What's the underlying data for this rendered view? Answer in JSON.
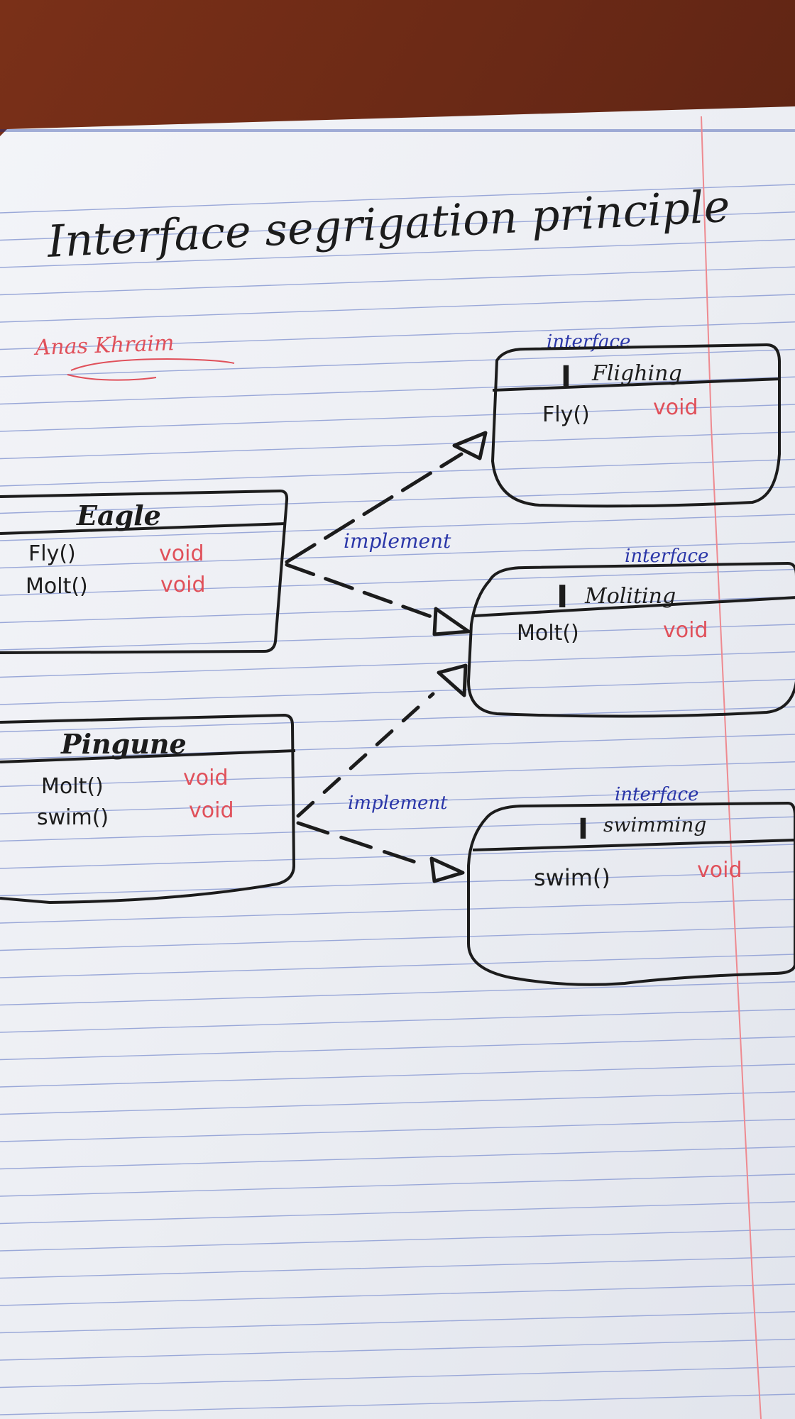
{
  "title": "Interface segrigation principle",
  "author": "Anas Khraim",
  "colors": {
    "ink": "#1c1c1c",
    "pen_blue": "#2a36a8",
    "pen_red": "#e0505a",
    "paper": "#eef0f4",
    "rule_line": "#9aa8d8",
    "margin_line": "#ee8a90",
    "table": "#6b2a18"
  },
  "diagram": {
    "classes": [
      {
        "name": "Eagle",
        "methods": [
          {
            "name": "Fly()",
            "type": "void"
          },
          {
            "name": "Molt()",
            "type": "void"
          }
        ]
      },
      {
        "name": "Pingune",
        "methods": [
          {
            "name": "Molt()",
            "type": "void"
          },
          {
            "name": "swim()",
            "type": "void"
          }
        ]
      }
    ],
    "interfaces": [
      {
        "stereotype": "interface",
        "icon": "I",
        "name": "Flighing",
        "methods": [
          {
            "name": "Fly()",
            "type": "void"
          }
        ]
      },
      {
        "stereotype": "interface",
        "icon": "I",
        "name": "Moliting",
        "methods": [
          {
            "name": "Molt()",
            "type": "void"
          }
        ]
      },
      {
        "stereotype": "interface",
        "icon": "I",
        "name": "swimming",
        "methods": [
          {
            "name": "swim()",
            "type": "void"
          }
        ]
      }
    ],
    "relations": [
      {
        "from": "Eagle",
        "to": "Flighing",
        "kind": "realization"
      },
      {
        "from": "Eagle",
        "to": "Moliting",
        "kind": "realization"
      },
      {
        "from": "Pingune",
        "to": "Moliting",
        "kind": "realization"
      },
      {
        "from": "Pingune",
        "to": "swimming",
        "kind": "realization"
      }
    ],
    "relation_labels": [
      "implement",
      "implement"
    ]
  }
}
